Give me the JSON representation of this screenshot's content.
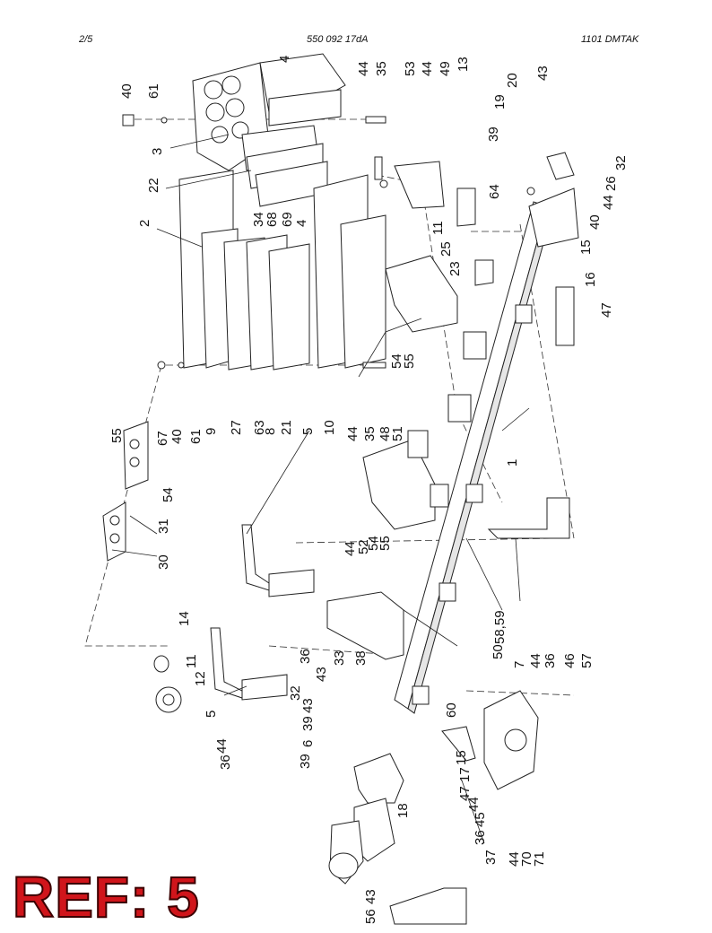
{
  "header": {
    "page": "2/5",
    "doc_number": "550 092 17dA",
    "code": "1101   DMTAK"
  },
  "reference_label": "REF: 5",
  "callouts": [
    {
      "id": "c4a",
      "text": "4"
    },
    {
      "id": "c44a",
      "text": "44"
    },
    {
      "id": "c35a",
      "text": "35"
    },
    {
      "id": "c53",
      "text": "53"
    },
    {
      "id": "c44b",
      "text": "44"
    },
    {
      "id": "c49",
      "text": "49"
    },
    {
      "id": "c13",
      "text": "13"
    },
    {
      "id": "c43a",
      "text": "43"
    },
    {
      "id": "c20",
      "text": "20"
    },
    {
      "id": "c19",
      "text": "19"
    },
    {
      "id": "c39a",
      "text": "39"
    },
    {
      "id": "c32a",
      "text": "32"
    },
    {
      "id": "c26",
      "text": "26"
    },
    {
      "id": "c44c",
      "text": "44"
    },
    {
      "id": "c64",
      "text": "64"
    },
    {
      "id": "c40a",
      "text": "40"
    },
    {
      "id": "c61a",
      "text": "61"
    },
    {
      "id": "c3",
      "text": "3"
    },
    {
      "id": "c22",
      "text": "22"
    },
    {
      "id": "c34",
      "text": "34"
    },
    {
      "id": "c68",
      "text": "68"
    },
    {
      "id": "c69",
      "text": "69"
    },
    {
      "id": "c4b",
      "text": "4"
    },
    {
      "id": "c2",
      "text": "2"
    },
    {
      "id": "c11a",
      "text": "11"
    },
    {
      "id": "c25",
      "text": "25"
    },
    {
      "id": "c23",
      "text": "23"
    },
    {
      "id": "c40b",
      "text": "40"
    },
    {
      "id": "c15a",
      "text": "15"
    },
    {
      "id": "c16",
      "text": "16"
    },
    {
      "id": "c47a",
      "text": "47"
    },
    {
      "id": "c54a",
      "text": "54"
    },
    {
      "id": "c55a",
      "text": "55"
    },
    {
      "id": "c40c",
      "text": "40"
    },
    {
      "id": "c61b",
      "text": "61"
    },
    {
      "id": "c9",
      "text": "9"
    },
    {
      "id": "c27",
      "text": "27"
    },
    {
      "id": "c63",
      "text": "63"
    },
    {
      "id": "c8",
      "text": "8"
    },
    {
      "id": "c21",
      "text": "21"
    },
    {
      "id": "c5a",
      "text": "5"
    },
    {
      "id": "c10",
      "text": "10"
    },
    {
      "id": "c44d",
      "text": "44"
    },
    {
      "id": "c35b",
      "text": "35"
    },
    {
      "id": "c48",
      "text": "48"
    },
    {
      "id": "c51",
      "text": "51"
    },
    {
      "id": "c1",
      "text": "1"
    },
    {
      "id": "c55b",
      "text": "55"
    },
    {
      "id": "c67",
      "text": "67"
    },
    {
      "id": "c54b",
      "text": "54"
    },
    {
      "id": "c31",
      "text": "31"
    },
    {
      "id": "c30",
      "text": "30"
    },
    {
      "id": "c44e",
      "text": "44"
    },
    {
      "id": "c52",
      "text": "52"
    },
    {
      "id": "c54c",
      "text": "54"
    },
    {
      "id": "c55c",
      "text": "55"
    },
    {
      "id": "c58",
      "text": "58,59"
    },
    {
      "id": "c14",
      "text": "14"
    },
    {
      "id": "c36a",
      "text": "36"
    },
    {
      "id": "c33",
      "text": "33"
    },
    {
      "id": "c38",
      "text": "38"
    },
    {
      "id": "c50",
      "text": "50"
    },
    {
      "id": "c7",
      "text": "7"
    },
    {
      "id": "c44f",
      "text": "44"
    },
    {
      "id": "c36b",
      "text": "36"
    },
    {
      "id": "c46",
      "text": "46"
    },
    {
      "id": "c57",
      "text": "57"
    },
    {
      "id": "c11b",
      "text": "11"
    },
    {
      "id": "c12",
      "text": "12"
    },
    {
      "id": "c5b",
      "text": "5"
    },
    {
      "id": "c32b",
      "text": "32"
    },
    {
      "id": "c43b",
      "text": "43"
    },
    {
      "id": "c39b",
      "text": "39"
    },
    {
      "id": "c43c",
      "text": "43"
    },
    {
      "id": "c44g",
      "text": "44"
    },
    {
      "id": "c6",
      "text": "6"
    },
    {
      "id": "c36c",
      "text": "36"
    },
    {
      "id": "c39c",
      "text": "39"
    },
    {
      "id": "c60",
      "text": "60"
    },
    {
      "id": "c15b",
      "text": "15"
    },
    {
      "id": "c17",
      "text": "17"
    },
    {
      "id": "c47b",
      "text": "47"
    },
    {
      "id": "c44h",
      "text": "44"
    },
    {
      "id": "c18",
      "text": "18"
    },
    {
      "id": "c45",
      "text": "45"
    },
    {
      "id": "c36d",
      "text": "36"
    },
    {
      "id": "c37",
      "text": "37"
    },
    {
      "id": "c44i",
      "text": "44"
    },
    {
      "id": "c70",
      "text": "70"
    },
    {
      "id": "c71",
      "text": "71"
    },
    {
      "id": "c43d",
      "text": "43"
    },
    {
      "id": "c56",
      "text": "56"
    }
  ]
}
